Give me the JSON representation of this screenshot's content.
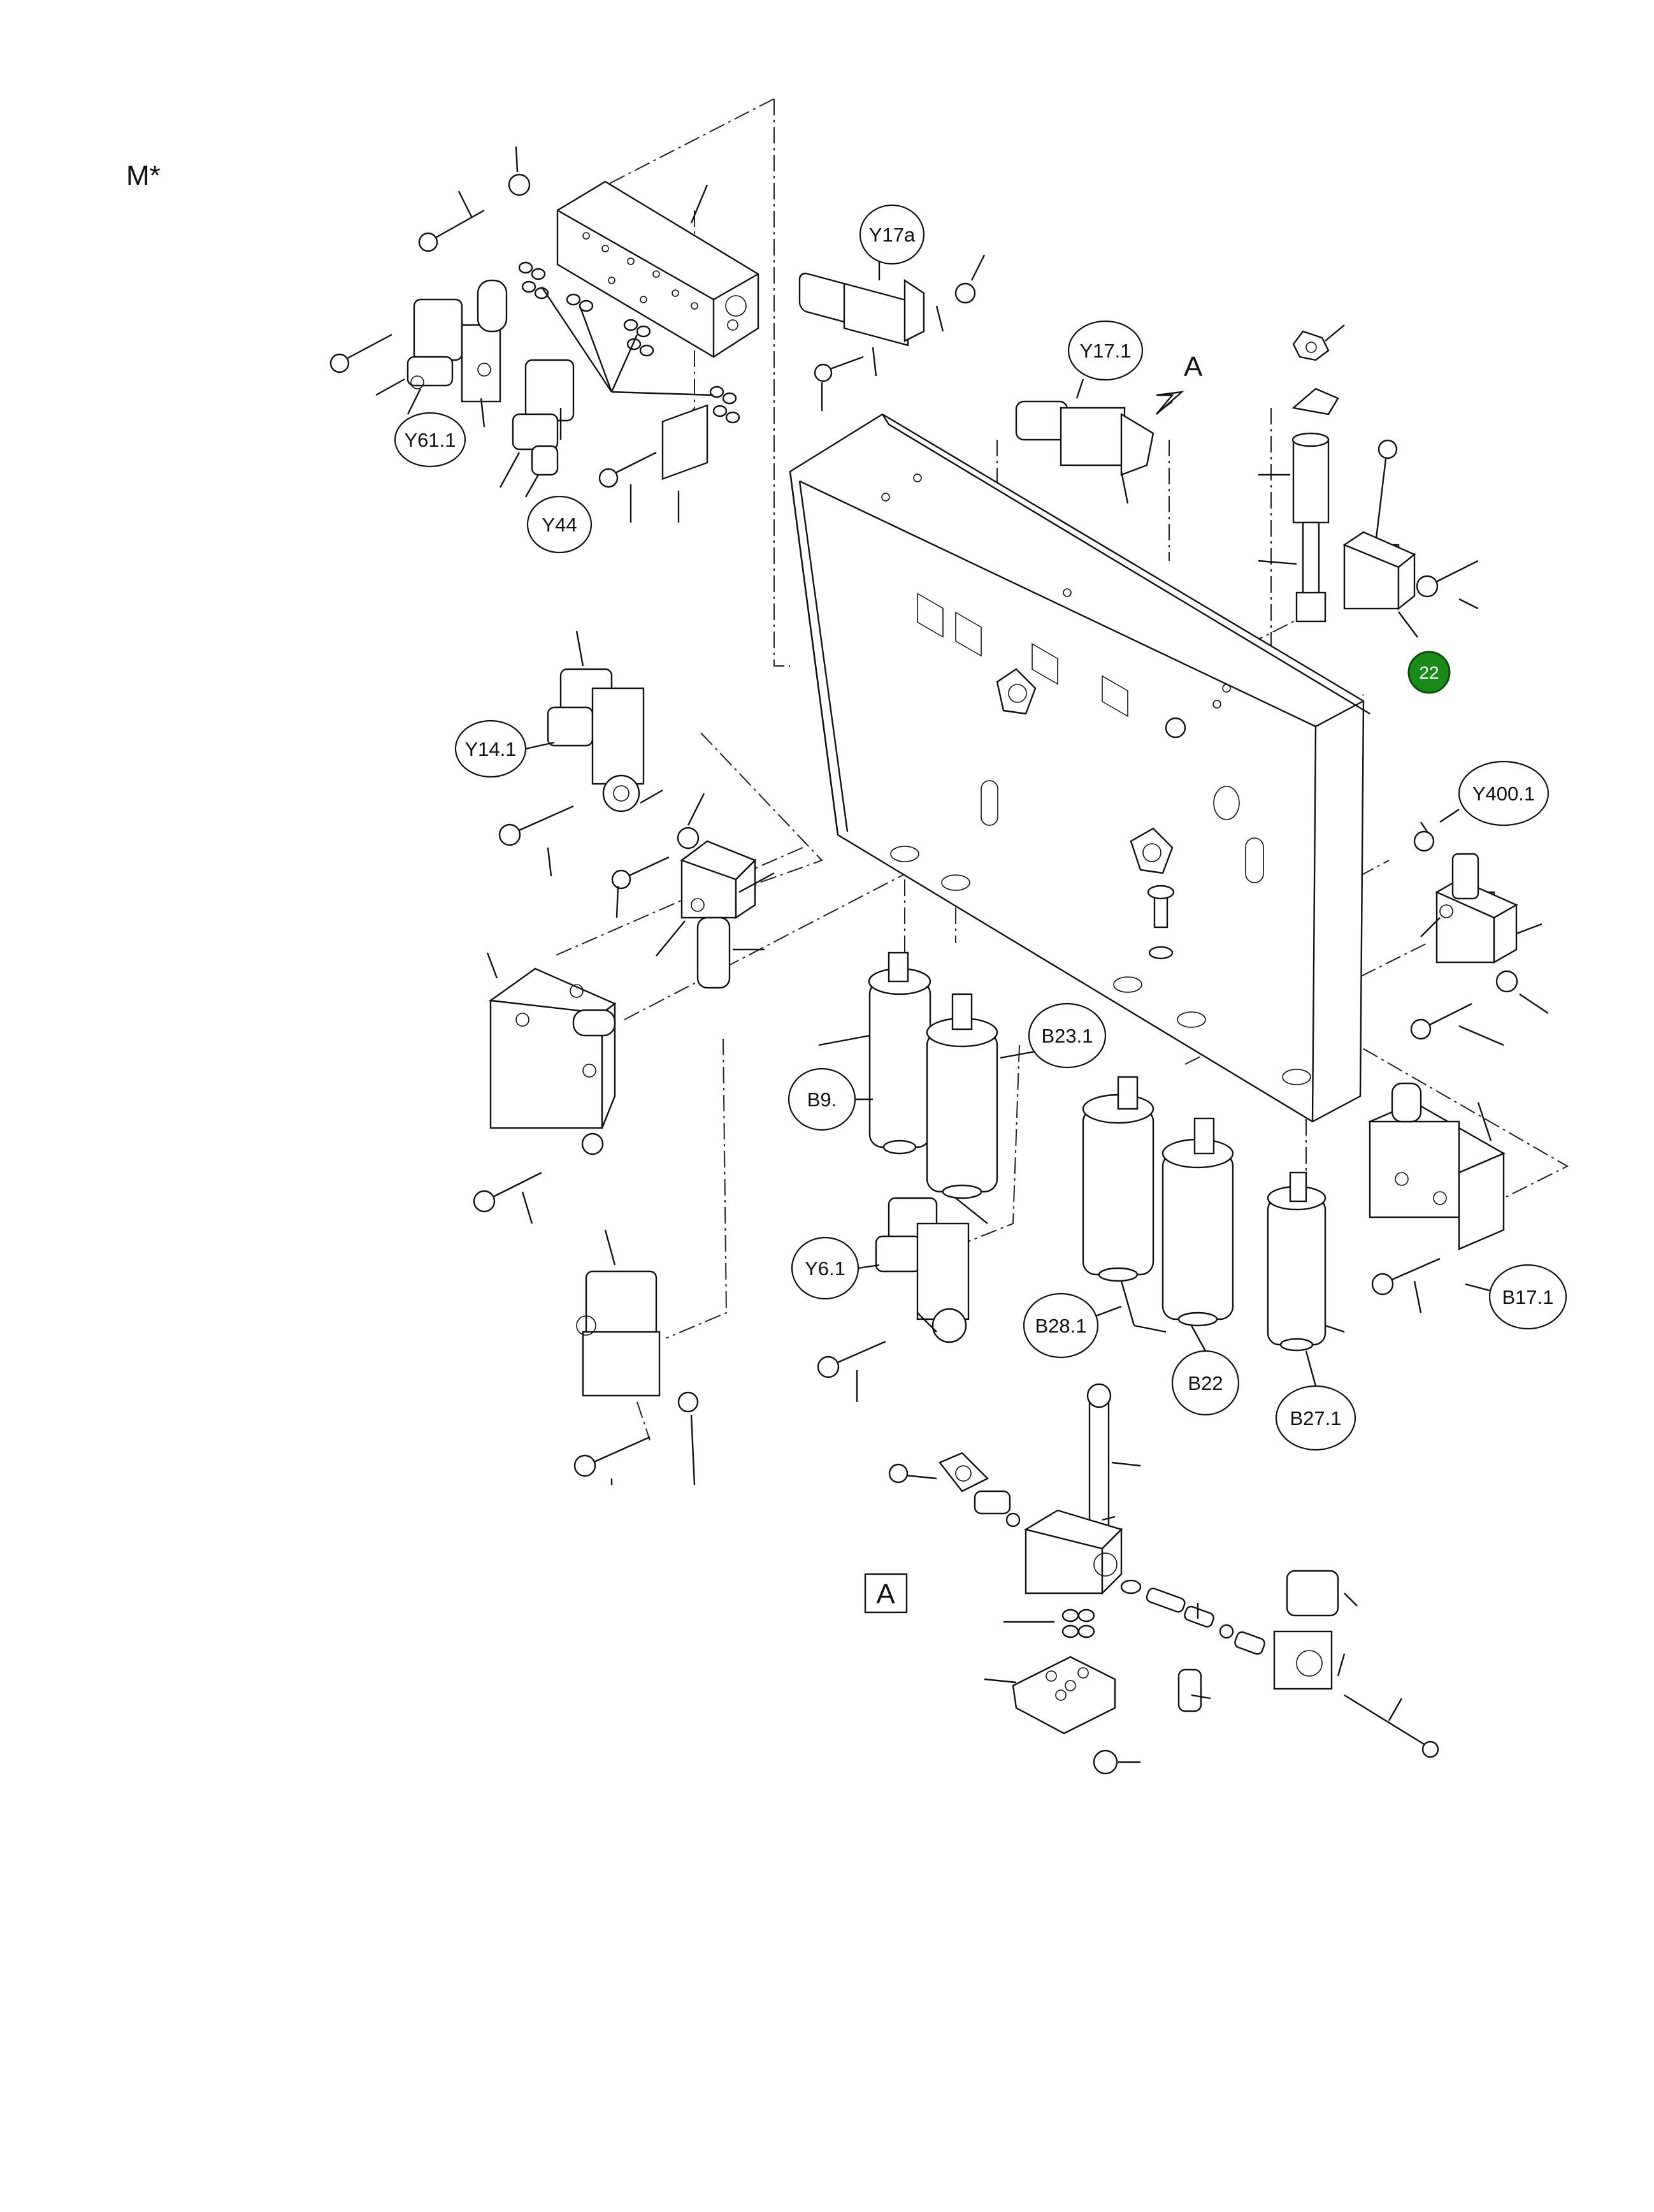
{
  "page_marker": "M*",
  "detail_marker": "A",
  "view_arrow_label": "A",
  "highlight": {
    "number": "22",
    "color": "#1a8a1a"
  },
  "callouts": {
    "y17a": "Y17a",
    "y17_1": "Y17.1",
    "y61_1": "Y61.1",
    "y44": "Y44",
    "y14_1": "Y14.1",
    "y400_1": "Y400.1",
    "b23_1": "B23.1",
    "b9": "B9.",
    "y6_1": "Y6.1",
    "b28_1": "B28.1",
    "b22": "B22",
    "b17_1": "B17.1",
    "b27_1": "B27.1"
  }
}
